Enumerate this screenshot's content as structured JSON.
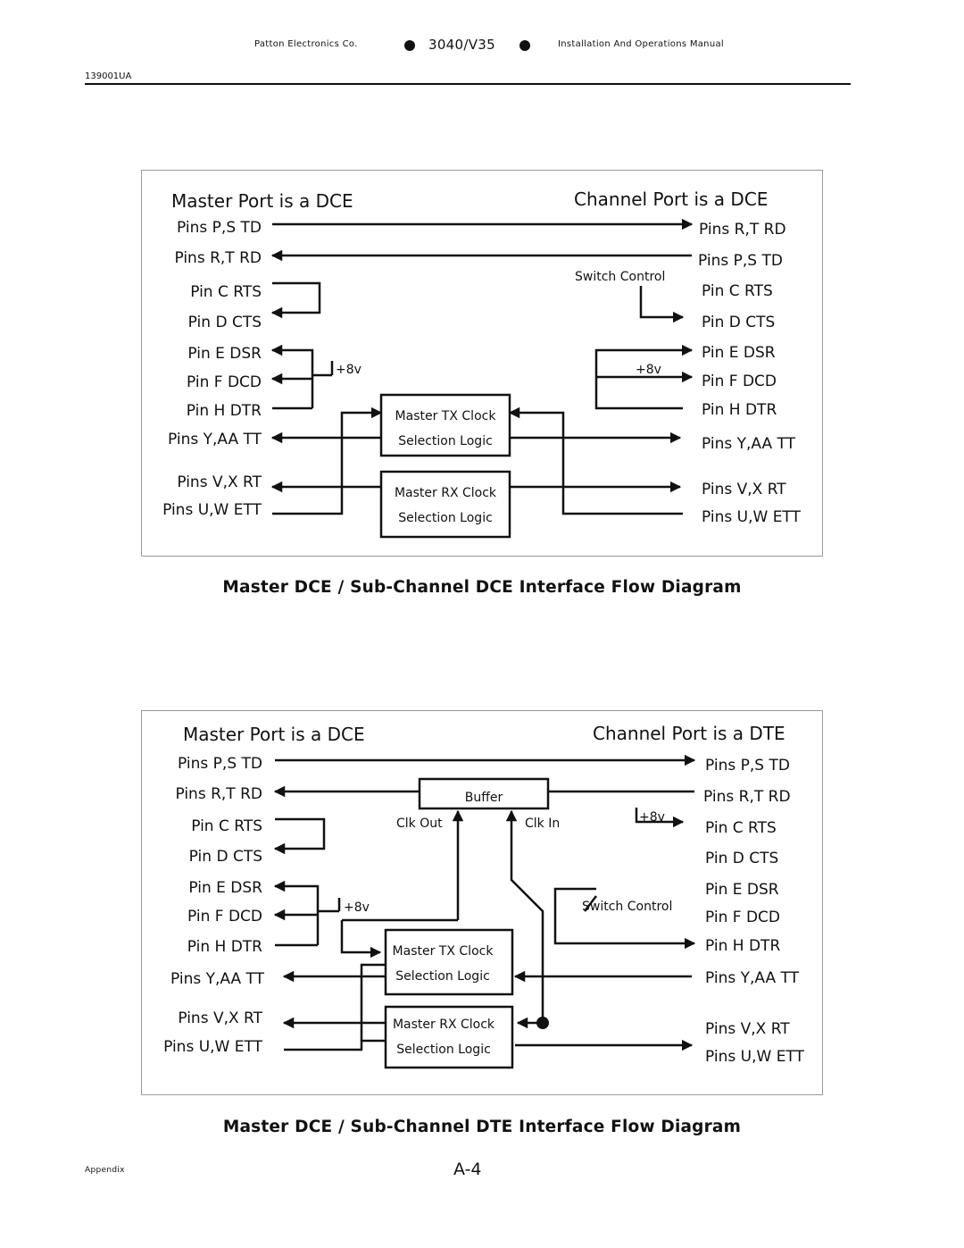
{
  "header": {
    "company": "Patton Electronics Co.",
    "model": "3040/V35",
    "manual": "Installation And Operations Manual",
    "doc_id": "139001UA"
  },
  "diagram1": {
    "left_title": "Master Port is a DCE",
    "right_title": "Channel Port is a DCE",
    "left_pins": [
      "Pins P,S TD",
      "Pins R,T RD",
      "Pin C RTS",
      "Pin D CTS",
      "Pin E DSR",
      "Pin F DCD",
      "Pin H DTR",
      "Pins Y,AA TT",
      "Pins V,X RT",
      "Pins U,W ETT"
    ],
    "right_pins": [
      "Pins R,T RD",
      "Pins P,S TD",
      "Pin C RTS",
      "Pin D CTS",
      "Pin E DSR",
      "Pin F DCD",
      "Pin H DTR",
      "Pins Y,AA TT",
      "Pins V,X RT",
      "Pins U,W ETT"
    ],
    "switch_control": "Switch Control",
    "voltage_left": "+8v",
    "voltage_right": "+8v",
    "tx_box": [
      "Master TX Clock",
      "Selection Logic"
    ],
    "rx_box": [
      "Master RX Clock",
      "Selection Logic"
    ],
    "caption": "Master DCE / Sub-Channel DCE Interface Flow Diagram"
  },
  "diagram2": {
    "left_title": "Master Port is a DCE",
    "right_title": "Channel Port is a DTE",
    "left_pins": [
      "Pins P,S TD",
      "Pins R,T RD",
      "Pin C RTS",
      "Pin D CTS",
      "Pin E DSR",
      "Pin F DCD",
      "Pin H DTR",
      "Pins Y,AA TT",
      "Pins V,X RT",
      "Pins U,W ETT"
    ],
    "right_pins": [
      "Pins P,S TD",
      "Pins R,T RD",
      "Pin C RTS",
      "Pin D CTS",
      "Pin E DSR",
      "Pin F DCD",
      "Pin H DTR",
      "Pins Y,AA TT",
      "Pins V,X RT",
      "Pins U,W ETT"
    ],
    "buffer": "Buffer",
    "clk_out": "Clk Out",
    "clk_in": "Clk In",
    "switch_control": "Switch Control",
    "voltage_left": "+8v",
    "voltage_right": "+8v",
    "tx_box": [
      "Master TX Clock",
      "Selection Logic"
    ],
    "rx_box": [
      "Master RX Clock",
      "Selection Logic"
    ],
    "caption": "Master DCE / Sub-Channel DTE Interface Flow Diagram"
  },
  "footer": {
    "section": "Appendix",
    "page": "A-4"
  }
}
